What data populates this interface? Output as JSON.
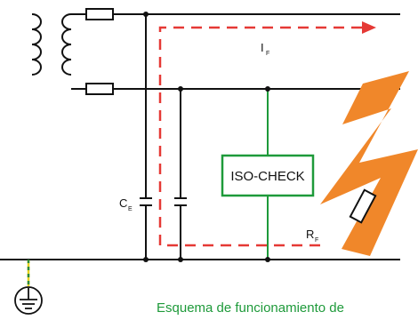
{
  "diagram": {
    "current_label": {
      "main": "I",
      "sub": "F"
    },
    "resistance_label": {
      "main": "R",
      "sub": "F"
    },
    "capacitance_label": {
      "main": "C",
      "sub": "E"
    },
    "device_label": "ISO-CHECK",
    "caption": "Esquema de funcionamiento de"
  },
  "colors": {
    "wire": "#111111",
    "device": "#1e9a3a",
    "fault_path": "#e53935",
    "lightning": "#f0872a",
    "caption": "#1e9a3a",
    "earth_wire_yellow": "#e6d21c",
    "earth_wire_green": "#2e8b3a"
  }
}
